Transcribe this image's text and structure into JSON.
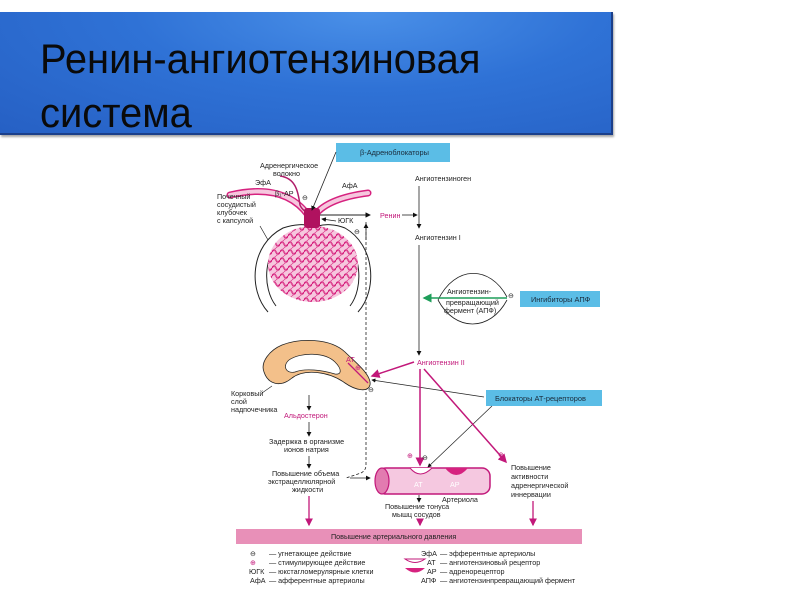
{
  "slide": {
    "title": "Ренин-ангиотензиновая\nсистема"
  },
  "diagram": {
    "kidney": {
      "label_fiber": [
        "Адренергическое",
        "волокно"
      ],
      "label_efa": "ЭфА",
      "label_b1ar": "β₁-АР",
      "label_afa": "АфА",
      "label_glomerulus": [
        "Почечный",
        "сосудистый",
        "клубочек",
        "с капсулой"
      ],
      "label_jgc": "ЮГК"
    },
    "boxes": {
      "beta_blockers": "β-Адреноблокаторы",
      "ace_inhibitors": "Ингибиторы АПФ",
      "at_blockers": "Блокаторы АТ-рецепторов",
      "pressure": "Повышение артериального давления"
    },
    "cascade": {
      "angiotensinogen": "Ангиотензиноген",
      "renin": "Ренин",
      "angiotensin1": "Ангиотензин I",
      "ace": [
        "Ангиотензин-",
        "превращающий",
        "фермент (АПФ)"
      ],
      "angiotensin2": "Ангиотензин II"
    },
    "adrenal": {
      "at_label": "АТ",
      "cortex_label": [
        "Корковый",
        "слой",
        "надпочечника"
      ],
      "aldosterone": "Альдостерон",
      "sodium": [
        "Задержка в организме",
        "ионов натрия"
      ],
      "volume": [
        "Повышение объема",
        "экстрацеллюлярной",
        "жидкости"
      ]
    },
    "arteriole": {
      "at_label": "АТ",
      "ar_label": "АР",
      "name": "Артериола",
      "tone": [
        "Повышение тонуса",
        "мышц сосудов"
      ],
      "adrenergic": [
        "Повышение",
        "активности",
        "адренергической",
        "иннервации"
      ]
    },
    "signs": {
      "minus": "⊖",
      "plus": "⊕"
    }
  },
  "legend": {
    "left": [
      {
        "key": "⊖",
        "text": "— угнетающее действие"
      },
      {
        "key": "⊕",
        "text": "— стимулирующее действие"
      },
      {
        "key": "ЮГК",
        "text": "— юкстагломерулярные клетки"
      },
      {
        "key": "АфА",
        "text": "— афферентные артериолы"
      }
    ],
    "right": [
      {
        "key": "ЭфА",
        "text": "— эфферентные артериолы"
      },
      {
        "key": "АТ",
        "text": "— ангиотензиновый рецептор"
      },
      {
        "key": "АР",
        "text": "— адренорецептор"
      },
      {
        "key": "АПФ",
        "text": "— ангиотензинпревращающий фермент"
      }
    ]
  },
  "colors": {
    "title_bar": "#2f72d6",
    "magenta": "#c2187a",
    "box_blue": "#5bbde6",
    "pressure_bar": "#e890b8",
    "adrenal_fill": "#f3c08a",
    "ace_arrow": "#1e9e5a"
  }
}
